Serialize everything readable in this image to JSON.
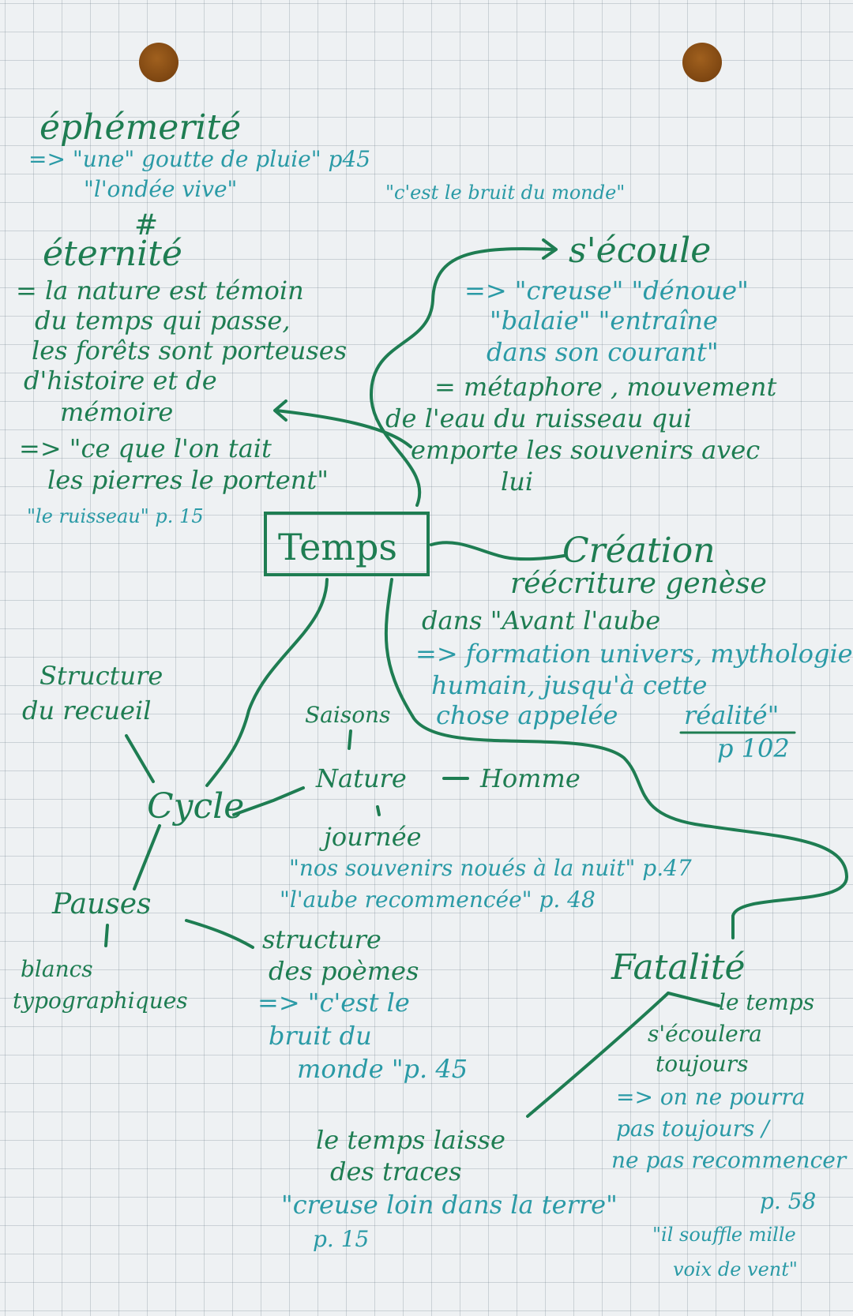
{
  "note": {
    "ephemerite": {
      "title": "éphémerité",
      "quote_1": "=> \"une\" goutte de pluie\" p45",
      "quote_2": "\"l'ondée vive\"",
      "quote_3": "\"c'est le bruit du monde\"",
      "separator": "#"
    },
    "eternite": {
      "title": "éternité",
      "lines": [
        "= la nature est témoin",
        "du temps qui passe,",
        "les forêts sont porteuses",
        "d'histoire et  de",
        "mémoire"
      ],
      "quote_1": "=> \"ce que l'on tait",
      "quote_2": "les pierres le portent\"",
      "source": "\"le ruisseau\" p. 15"
    },
    "secoule": {
      "title": "s'écoule",
      "lines_blue": [
        "=> \"creuse\" \"dénoue\"",
        "\"balaie\" \"entraîne",
        "dans  son  courant\""
      ],
      "lines_green": [
        "= métaphore , mouvement",
        "de l'eau du ruisseau qui",
        "emporte les souvenirs avec",
        "lui"
      ]
    },
    "center": {
      "label": "Temps"
    },
    "creation": {
      "title": "Création",
      "line_1": "réécriture genèse",
      "line_2": "dans \"Avant l'aube",
      "blue_lines": [
        "=> formation univers, mythologie",
        "humain, jusqu'à cette",
        "chose appelée"
      ],
      "realite": "réalité\"",
      "page": "p 102"
    },
    "cycle": {
      "structure_1": "Structure",
      "structure_2": "du recueil",
      "title": "Cycle",
      "saisons": "Saisons",
      "nature": "Nature",
      "homme": "Homme",
      "dash": "-",
      "journee": "journée",
      "quote_1": "\"nos souvenirs noués à la nuit\" p.47",
      "quote_2": "\"l'aube recommencée\" p. 48"
    },
    "pauses": {
      "title": "Pauses",
      "blancs_1": "blancs",
      "blancs_2": "typographiques",
      "structure_1": "structure",
      "structure_2": "des poèmes",
      "quote_1": "=> \"c'est le",
      "quote_2": "bruit du",
      "quote_3": "monde \"p. 45"
    },
    "fatalite": {
      "title": "Fatalité",
      "line_1": "le temps",
      "line_2": "s'écoulera",
      "line_3": "toujours",
      "quote_1": "=> on ne pourra",
      "quote_2": "pas toujours /",
      "quote_3": "ne pas recommencer",
      "page": "p. 58",
      "quote_4": "\"il souffle mille",
      "quote_5": "voix de vent\""
    },
    "traces": {
      "line_1": "le temps laisse",
      "line_2": "des  traces",
      "quote": "\"creuse  loin dans la terre\"",
      "page": "p. 15"
    }
  },
  "colors": {
    "paper": "#eef1f3",
    "grid": "#8c9aa8",
    "ink_green": "#1e7d52",
    "ink_blue": "#2a9aa6",
    "punch_hole": "#8a4d16"
  }
}
